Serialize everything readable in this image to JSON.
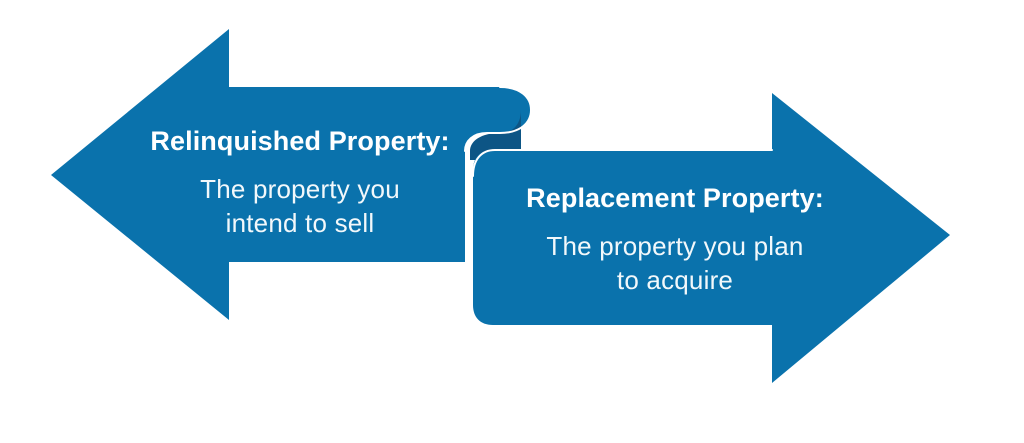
{
  "diagram": {
    "type": "double-headed-ribbon-arrow",
    "background_color": "#ffffff",
    "arrow_color": "#0a72ac",
    "fold_shadow_color": "#0d5585",
    "text_color": "#ffffff",
    "left_arrow": {
      "direction": "left",
      "title": "Relinquished Property:",
      "description_lines": [
        "The property you",
        "intend to sell"
      ]
    },
    "right_arrow": {
      "direction": "right",
      "title": "Replacement Property:",
      "description_lines": [
        "The property you plan",
        "to acquire"
      ]
    }
  }
}
